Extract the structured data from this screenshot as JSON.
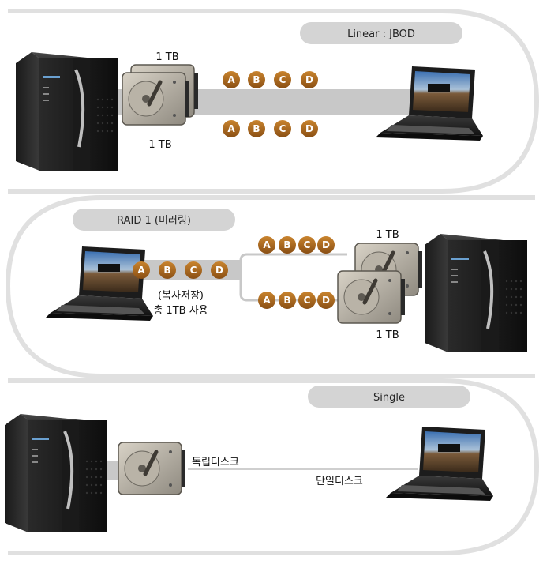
{
  "sections": {
    "linear": {
      "title": "Linear : JBOD",
      "disk_top_label": "1 TB",
      "disk_bottom_label": "1 TB",
      "row_top": [
        "A",
        "B",
        "C",
        "D"
      ],
      "row_bottom": [
        "A",
        "B",
        "C",
        "D"
      ]
    },
    "raid1": {
      "title": "RAID 1 (미러링)",
      "source_row": [
        "A",
        "B",
        "C",
        "D"
      ],
      "note_line1": "(복사저장)",
      "note_line2": "총 1TB 사용",
      "row_top": [
        "A",
        "B",
        "C",
        "D"
      ],
      "row_bottom": [
        "A",
        "B",
        "C",
        "D"
      ],
      "disk_top_label": "1 TB",
      "disk_bottom_label": "1 TB"
    },
    "single": {
      "title": "Single",
      "disk_label": "독립디스크",
      "link_label": "단일디스크"
    }
  },
  "colors": {
    "disc": "#a0621c",
    "pill": "#d4d4d4",
    "band": "#c8c8c8",
    "track": "#e0e0e0"
  },
  "icons": [
    "nas-enclosure-icon",
    "hard-disk-icon",
    "laptop-icon"
  ]
}
